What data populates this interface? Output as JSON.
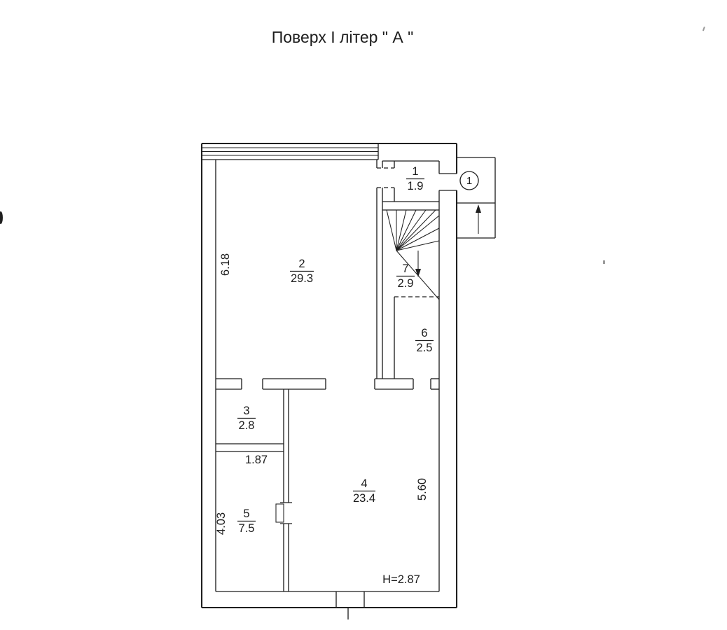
{
  "title": "Поверх І літер \" А \"",
  "rooms": {
    "r1": {
      "number": "1",
      "area": "1.9"
    },
    "r2": {
      "number": "2",
      "area": "29.3"
    },
    "r3": {
      "number": "3",
      "area": "2.8"
    },
    "r4": {
      "number": "4",
      "area": "23.4"
    },
    "r5": {
      "number": "5",
      "area": "7.5"
    },
    "r6": {
      "number": "6",
      "area": "2.5"
    },
    "r7": {
      "number": "7",
      "area": "2.9"
    }
  },
  "dimensions": {
    "room2_depth": "6.18",
    "room5_width": "1.87",
    "room5_depth": "4.03",
    "room4_depth": "5.60",
    "ceiling_height": "Н=2.87"
  },
  "markers": {
    "entrance_number": "1"
  }
}
